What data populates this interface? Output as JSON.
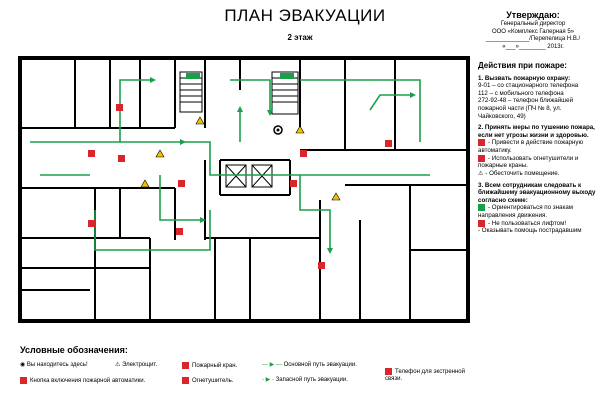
{
  "title": "ПЛАН ЭВАКУАЦИИ",
  "floor": "2 этаж",
  "approval": {
    "heading": "Утверждаю:",
    "line1": "Генеральный директор",
    "line2": "ООО «Комплекс Галерная 5»",
    "line3": "_____________/Перепелица Н.В./",
    "line4": "«___»________ 2013г."
  },
  "actions": {
    "heading": "Действия при пожаре:",
    "step1_title": "1. Вызвать пожарную охрану:",
    "step1_lines": [
      "9-01 – со стационарного телефона",
      "112 – с мобильного телефона",
      "272-92-48 – телефон ближайшей пожарной части (ПЧ № 8, ул. Чайковского, 49)"
    ],
    "step2_title": "2. Принять меры по тушению пожара, если нет угрозы жизни и здоровью.",
    "step2_lines": [
      "- Привести в действие пожарную автоматику.",
      "- Использовать огнетушители и пожарные краны.",
      "- Обесточить помещение."
    ],
    "step3_title": "3. Всем сотрудникам следовать к ближайшему эвакуационному выходу согласно схеме:",
    "step3_lines": [
      "- Ориентироваться по знакам направления движения.",
      "- Не пользоваться лифтом!",
      "- Оказывать помощь пострадавшим"
    ]
  },
  "legend": {
    "title": "Условные обозначения:",
    "items": [
      "Вы находитесь здесь!",
      "Кнопка включения пожарной автоматики.",
      "Электрощит.",
      "Пожарный кран.",
      "Огнетушитель.",
      "Основной путь эвакуации.",
      "Запасной путь эвакуации.",
      "Телефон для экстренной связи."
    ]
  },
  "colors": {
    "route": "#1aa04a",
    "fire": "#d9262c",
    "warning": "#f2c200"
  }
}
